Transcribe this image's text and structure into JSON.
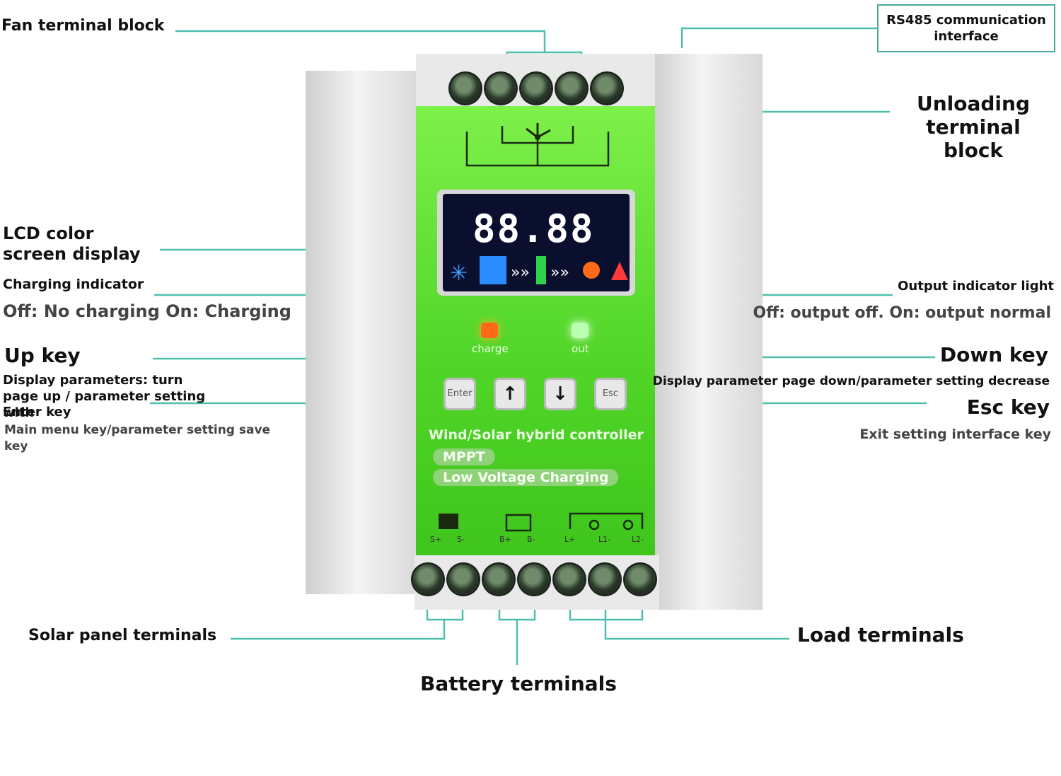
{
  "labels": {
    "fan_terminal_block": "Fan terminal block",
    "rs485": "RS485 communication interface",
    "unloading_terminal_block": "Unloading terminal block",
    "lcd_screen": "LCD color screen display",
    "charging_indicator": "Charging indicator",
    "charging_indicator_note": "Off: No charging On: Charging",
    "output_indicator": "Output indicator light",
    "output_indicator_note": "Off: output off. On: output normal",
    "up_key": "Up key",
    "up_key_note": "Display parameters: turn page up / parameter setting with",
    "enter_key": "Enter key",
    "enter_key_note": "Main menu key/parameter setting save key",
    "down_key": "Down key",
    "down_key_note": "Display parameter page down/parameter setting decrease",
    "esc_key": "Esc key",
    "esc_key_note": "Exit setting interface key",
    "solar_terminals": "Solar panel terminals",
    "battery_terminals": "Battery terminals",
    "load_terminals": "Load terminals"
  },
  "device": {
    "lcd_digits": "88.88",
    "led_charge": "charge",
    "led_out": "out",
    "keys": [
      "Enter",
      "↑",
      "↓",
      "Esc"
    ],
    "title": "Wind/Solar hybrid controller",
    "badge_mppt": "MPPT",
    "badge_low_voltage": "Low Voltage Charging",
    "bottom_labels": [
      "S+",
      "S-",
      "B+",
      "B-",
      "L+",
      "L1-",
      "L2-"
    ]
  },
  "colors": {
    "panel_green": "#52d629",
    "leader_line": "#4dbfae",
    "led_charge": "#ff6a1a",
    "led_out": "#b8ffb0"
  }
}
